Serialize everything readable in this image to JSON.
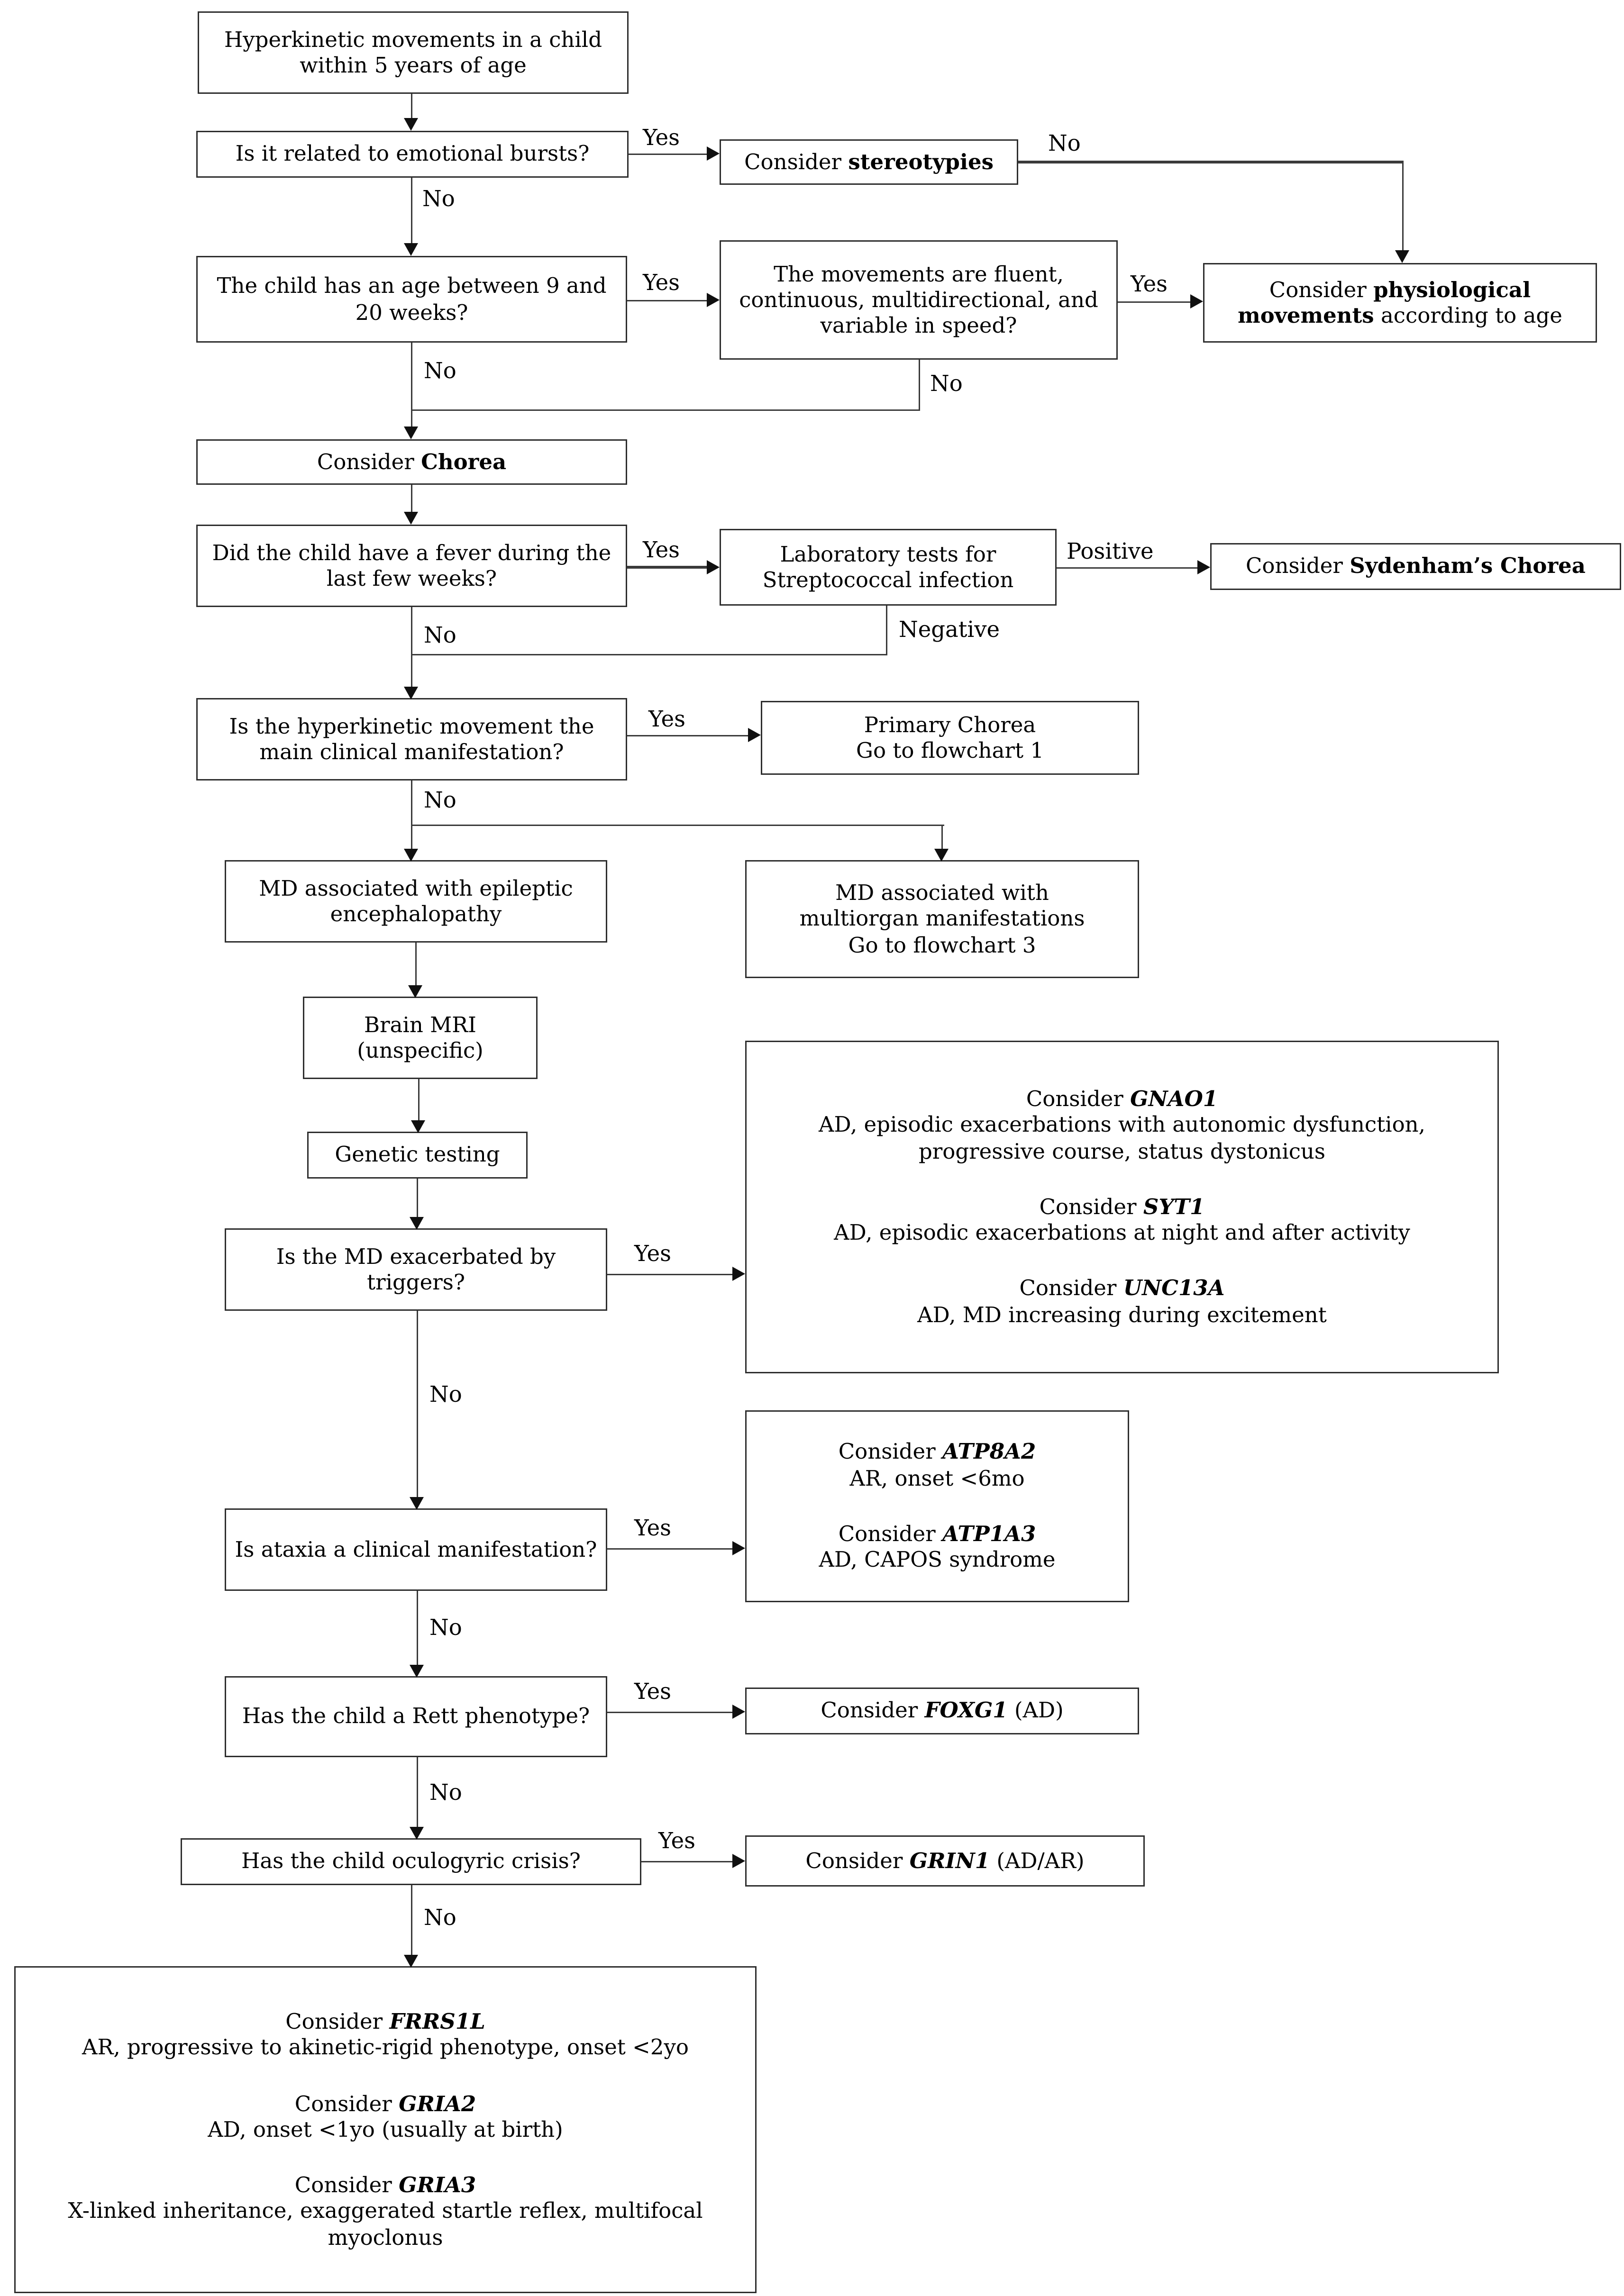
{
  "edge_labels": {
    "yes": "Yes",
    "no": "No",
    "positive": "Positive",
    "negative": "Negative"
  },
  "nodes": {
    "start": {
      "text": "Hyperkinetic movements in a child within 5 years of age"
    },
    "q_emotional": {
      "text": "Is it related to emotional bursts?"
    },
    "stereotypies": {
      "prefix": "Consider ",
      "bold": "stereotypies"
    },
    "q_age": {
      "text": "The child has an age between 9 and 20 weeks?"
    },
    "q_movements": {
      "text": "The movements are fluent, continuous, multidirectional, and variable in speed?"
    },
    "physiological": {
      "prefix": "Consider ",
      "bold": "physiological movements",
      "suffix": " according to age"
    },
    "chorea": {
      "prefix": "Consider ",
      "bold": "Chorea"
    },
    "q_fever": {
      "text": "Did the child have a fever during the last few weeks?"
    },
    "lab": {
      "text": "Laboratory tests for Streptococcal infection"
    },
    "sydenham": {
      "prefix": "Consider ",
      "bold": "Sydenham’s Chorea"
    },
    "q_main": {
      "text": "Is the hyperkinetic movement the main clinical manifestation?"
    },
    "primary": {
      "lines": [
        "Primary Chorea",
        "Go to flowchart 1"
      ]
    },
    "md_epileptic": {
      "text": "MD associated with epileptic encephalopathy"
    },
    "md_multiorgan": {
      "lines": [
        "MD associated with",
        "multiorgan manifestations",
        "Go to flowchart 3"
      ]
    },
    "brain_mri": {
      "lines": [
        "Brain MRI",
        "(unspecific)"
      ]
    },
    "genetic": {
      "text": "Genetic testing"
    },
    "q_triggers": {
      "text": "Is the MD exacerbated by triggers?"
    },
    "gene_box_triggers": {
      "entries": [
        {
          "prefix": "Consider ",
          "gene": "GNAO1",
          "desc": "AD, episodic exacerbations with autonomic dysfunction, progressive course, status dystonicus"
        },
        {
          "prefix": "Consider ",
          "gene": "SYT1",
          "desc": "AD, episodic exacerbations at night and after activity"
        },
        {
          "prefix": "Consider ",
          "gene": "UNC13A",
          "desc": "AD, MD increasing during excitement"
        }
      ]
    },
    "q_ataxia": {
      "text": "Is ataxia a clinical manifestation?"
    },
    "gene_box_ataxia": {
      "entries": [
        {
          "prefix": "Consider ",
          "gene": "ATP8A2",
          "desc": "AR, onset <6mo"
        },
        {
          "prefix": "Consider ",
          "gene": "ATP1A3",
          "desc": "AD, CAPOS syndrome"
        }
      ]
    },
    "q_rett": {
      "text": "Has the child a Rett phenotype?"
    },
    "foxg1": {
      "prefix": "Consider ",
      "gene": "FOXG1",
      "suffix": " (AD)"
    },
    "q_oculogyric": {
      "text": "Has the child oculogyric crisis?"
    },
    "grin1": {
      "prefix": "Consider ",
      "gene": "GRIN1",
      "suffix": " (AD/AR)"
    },
    "gene_box_final": {
      "entries": [
        {
          "prefix": "Consider ",
          "gene": "FRRS1L",
          "desc": "AR, progressive to akinetic-rigid phenotype, onset <2yo"
        },
        {
          "prefix": "Consider ",
          "gene": "GRIA2",
          "desc": "AD, onset <1yo (usually at birth)"
        },
        {
          "prefix": "Consider ",
          "gene": "GRIA3",
          "desc": "X-linked inheritance, exaggerated startle reflex, multifocal myoclonus"
        }
      ]
    }
  }
}
